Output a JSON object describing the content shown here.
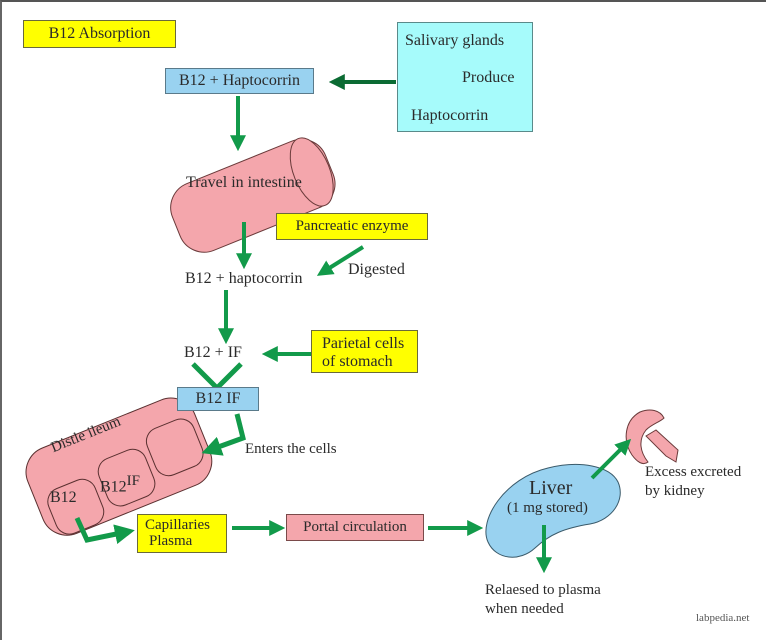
{
  "title": "B12 Absorption",
  "nodes": {
    "salivary_glands": "Salivary glands",
    "produce": "Produce",
    "haptocorrin_source": "Haptocorrin",
    "b12_haptocorrin": "B12 + Haptocorrin",
    "travel_intestine": "Travel in intestine",
    "pancreatic_enzyme": "Pancreatic enzyme",
    "digested": "Digested",
    "b12_haptocorrin_free": "B12 + haptocorrin",
    "b12_plus_if": "B12 + IF",
    "parietal_cells_line1": "Parietal cells",
    "parietal_cells_line2": "of stomach",
    "b12_if": "B12 IF",
    "enters_cells": "Enters the cells",
    "distle_ileum": "Distle ileum",
    "cell_b12": "B12",
    "cell_b12if_a": "B12",
    "cell_b12if_b": "IF",
    "capillaries_line1": "Capillaries",
    "capillaries_line2": "Plasma",
    "portal_circulation": "Portal circulation",
    "liver": "Liver",
    "liver_stored": "(1 mg stored)",
    "excess_line1": "Excess excreted",
    "excess_line2": "by kidney",
    "released_line1": "Relaesed to plasma",
    "released_line2": "when needed"
  },
  "watermark": "labpedia.net",
  "colors": {
    "arrow": "#129a4a",
    "arrow_dark": "#0b6b33",
    "yellow": "#ffff00",
    "blue": "#99d2f0",
    "cyan": "#a6fbfb",
    "pink": "#f4a6ac"
  }
}
